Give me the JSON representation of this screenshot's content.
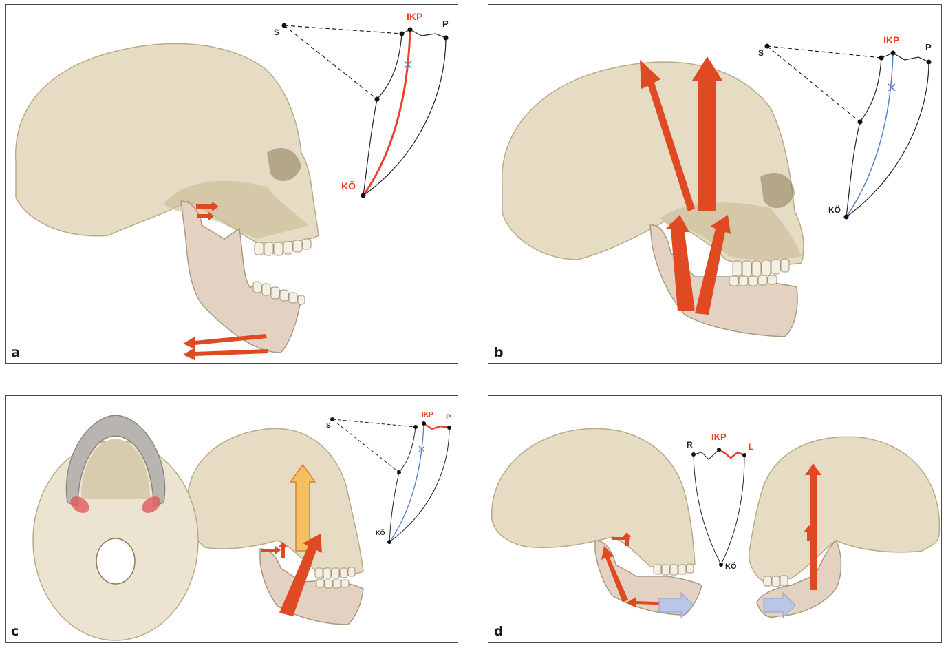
{
  "panels": [
    {
      "letter": "a"
    },
    {
      "letter": "b"
    },
    {
      "letter": "c"
    },
    {
      "letter": "d"
    }
  ],
  "diagram_labels": {
    "a": {
      "s": "S",
      "ikp": "IKP",
      "p": "P",
      "ko": "KÖ"
    },
    "b": {
      "s": "S",
      "ikp": "IKP",
      "p": "P",
      "ko": "KÖ"
    },
    "c": {
      "s": "S",
      "ikp": "IKP",
      "p": "P",
      "ko": "KÖ"
    },
    "d": {
      "r": "R",
      "ikp": "IKP",
      "l": "L",
      "ko": "KÖ"
    }
  },
  "colors": {
    "bone": "#e6dcc4",
    "bone_shadow": "#c9bb98",
    "mandible_overlay": "#e3d2c2",
    "arrow_red": "#e04a22",
    "arrow_orange": "#f08a3c",
    "arrow_yellow": "#f6c060",
    "arrow_blue": "#b9c6e6",
    "path_red": "#e8432a",
    "path_blue": "#5b7fc4",
    "label_red": "#e8432a",
    "frame": "#4a4a4a"
  }
}
